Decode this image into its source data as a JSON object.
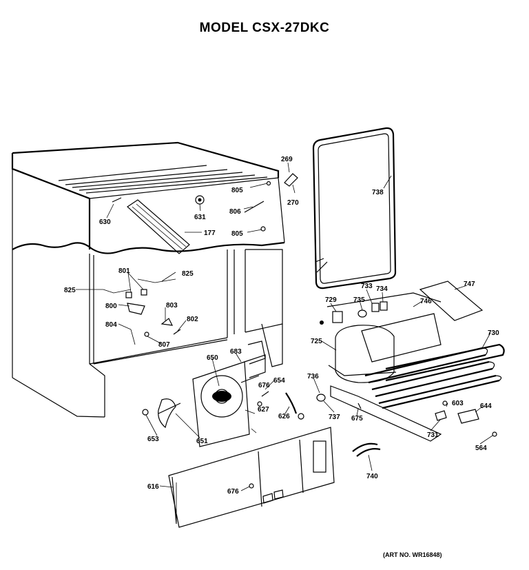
{
  "title": "MODEL CSX-27DKC",
  "art_number": "(ART NO. WR16848)",
  "parts": [
    {
      "label": "269"
    },
    {
      "label": "805"
    },
    {
      "label": "270"
    },
    {
      "label": "738"
    },
    {
      "label": "630"
    },
    {
      "label": "631"
    },
    {
      "label": "806"
    },
    {
      "label": "805"
    },
    {
      "label": "177"
    },
    {
      "label": "801"
    },
    {
      "label": "825"
    },
    {
      "label": "825"
    },
    {
      "label": "803"
    },
    {
      "label": "800"
    },
    {
      "label": "802"
    },
    {
      "label": "804"
    },
    {
      "label": "807"
    },
    {
      "label": "733"
    },
    {
      "label": "734"
    },
    {
      "label": "735"
    },
    {
      "label": "729"
    },
    {
      "label": "746"
    },
    {
      "label": "747"
    },
    {
      "label": "725"
    },
    {
      "label": "730"
    },
    {
      "label": "683"
    },
    {
      "label": "650"
    },
    {
      "label": "654"
    },
    {
      "label": "676"
    },
    {
      "label": "627"
    },
    {
      "label": "626"
    },
    {
      "label": "736"
    },
    {
      "label": "737"
    },
    {
      "label": "675"
    },
    {
      "label": "603"
    },
    {
      "label": "644"
    },
    {
      "label": "731"
    },
    {
      "label": "564"
    },
    {
      "label": "653"
    },
    {
      "label": "651"
    },
    {
      "label": "616"
    },
    {
      "label": "676"
    },
    {
      "label": "740"
    }
  ]
}
